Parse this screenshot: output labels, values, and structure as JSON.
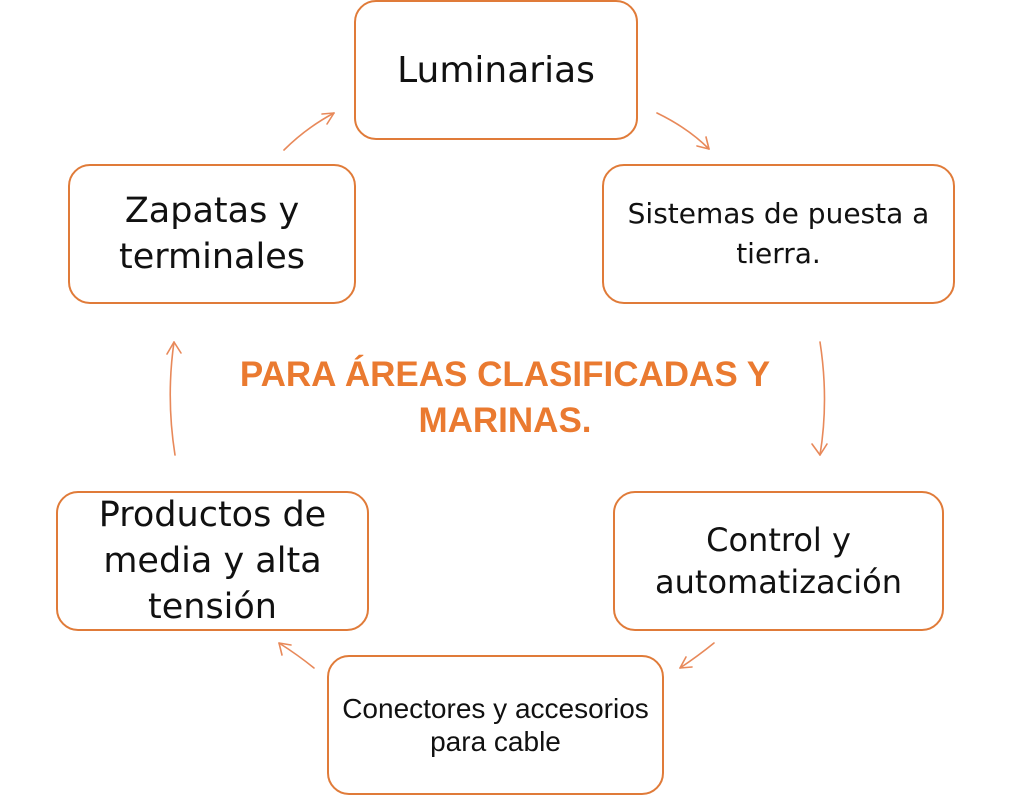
{
  "title": "PARA ÁREAS CLASIFICADAS Y MARINAS.",
  "nodes": {
    "luminarias": "Luminarias",
    "sistemas": "Sistemas de puesta a tierra.",
    "control": "Control y automatización",
    "conectores": "Conectores y accesorios para cable",
    "productos": "Productos de media y alta tensión",
    "zapatas": "Zapatas y terminales"
  },
  "colors": {
    "accent": "#e07b39",
    "title": "#ea7a30",
    "text": "#111111"
  }
}
